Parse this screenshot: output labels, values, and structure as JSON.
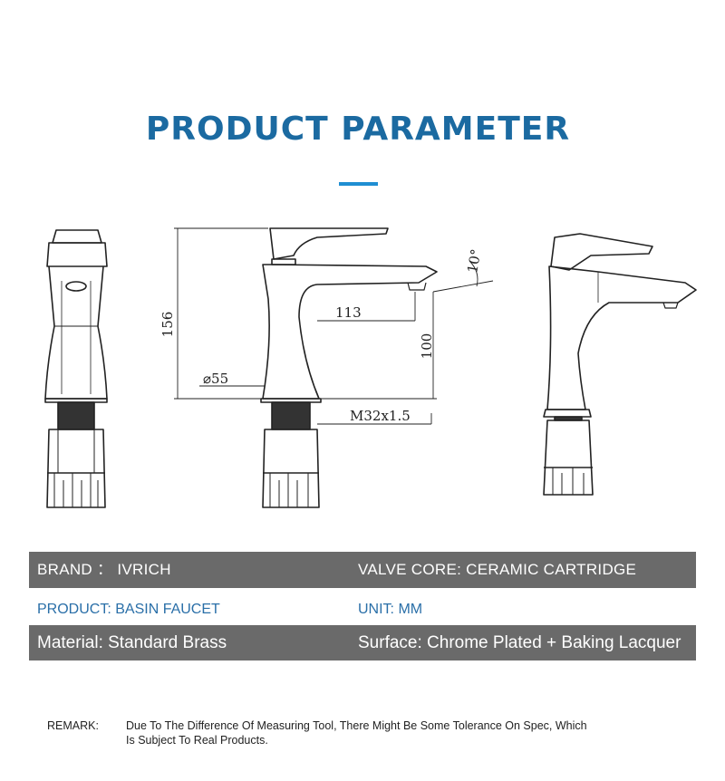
{
  "title": "PRODUCT PARAMETER",
  "dimensions": {
    "height": "156",
    "reach": "113",
    "spout_height": "100",
    "base_diameter": "⌀55",
    "thread": "M32x1.5",
    "angle": "10°"
  },
  "specs": {
    "brand": "BRAND ：  IVRICH",
    "valve_core": "VALVE CORE:   CERAMIC CARTRIDGE",
    "product": "PRODUCT: BASIN FAUCET",
    "unit": "UNIT:  MM",
    "material": "Material: Standard Brass",
    "surface": "Surface: Chrome Plated + Baking Lacquer"
  },
  "remark": {
    "label": "REMARK:",
    "text": "Due To The Difference Of Measuring Tool, There Might Be Some Tolerance On Spec, Which Is Subject To Real Products."
  },
  "colors": {
    "title": "#1b6aa1",
    "accent_bar": "#1f8ed2",
    "row_dark": "#6a6a6a",
    "row_light_text": "#2a6fa8"
  }
}
